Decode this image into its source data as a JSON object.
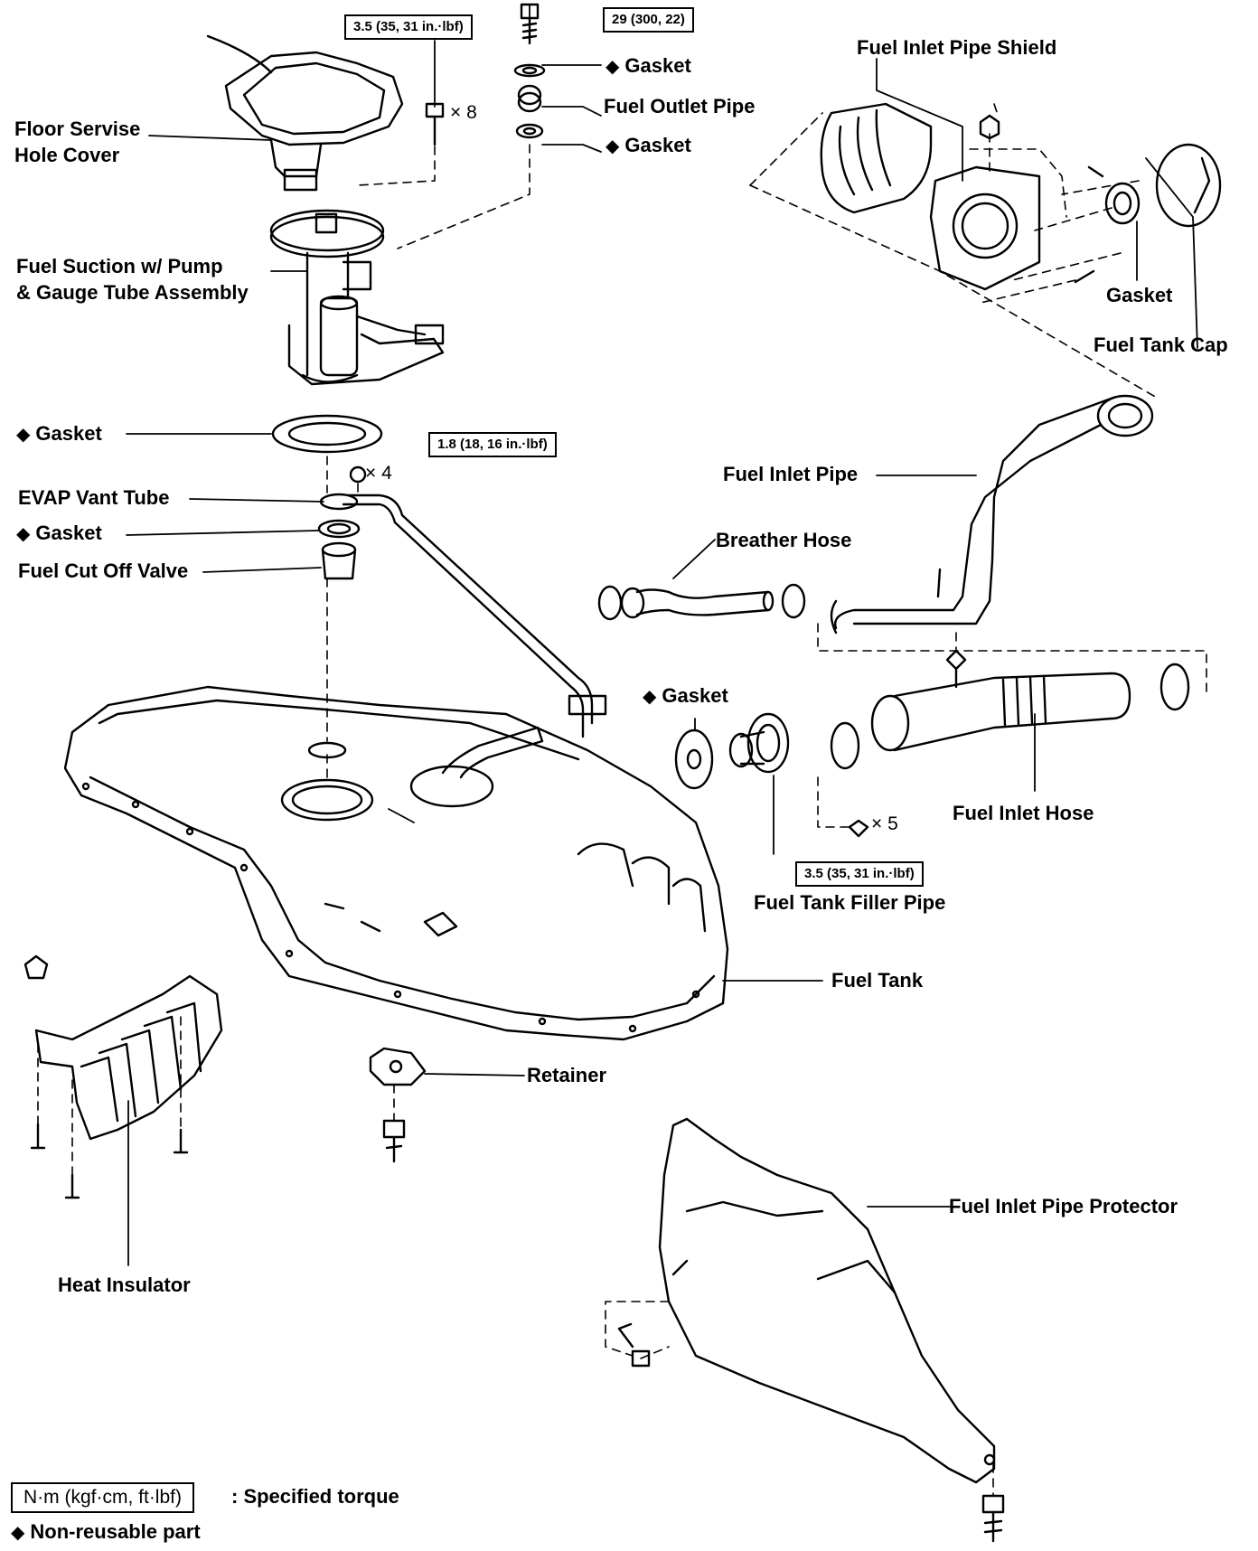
{
  "labels": {
    "floor_cover_line1": "Floor Servise",
    "floor_cover_line2": "Hole Cover",
    "suction_line1": "Fuel Suction w/  Pump",
    "suction_line2": "& Gauge Tube Assembly",
    "gasket": "Gasket",
    "evap": "EVAP Vant Tube",
    "cutoff": "Fuel Cut Off Valve",
    "outlet": "Fuel Outlet Pipe",
    "shield": "Fuel Inlet Pipe Shield",
    "tank_cap": "Fuel Tank Cap",
    "inlet_pipe": "Fuel Inlet Pipe",
    "breather": "Breather Hose",
    "inlet_hose": "Fuel Inlet Hose",
    "filler_pipe": "Fuel Tank Filler Pipe",
    "fuel_tank": "Fuel Tank",
    "retainer": "Retainer",
    "heat_insulator": "Heat Insulator",
    "protector": "Fuel Inlet Pipe Protector"
  },
  "torques": {
    "cover_bolts": "3.5 (35, 31 in.·lbf)",
    "outlet_bolt": "29 (300, 22)",
    "evap_screws": "1.8 (18, 16 in.·lbf)",
    "filler_bolts": "3.5 (35, 31 in.·lbf)"
  },
  "quantities": {
    "x8": "× 8",
    "x4": "× 4",
    "x5": "× 5"
  },
  "legend": {
    "torque_box": "N·m (kgf·cm, ft·lbf)",
    "torque_text": ": Specified torque",
    "nonreusable_text": "Non-reusable part"
  },
  "colors": {
    "ink": "#000000",
    "paper": "#ffffff"
  }
}
